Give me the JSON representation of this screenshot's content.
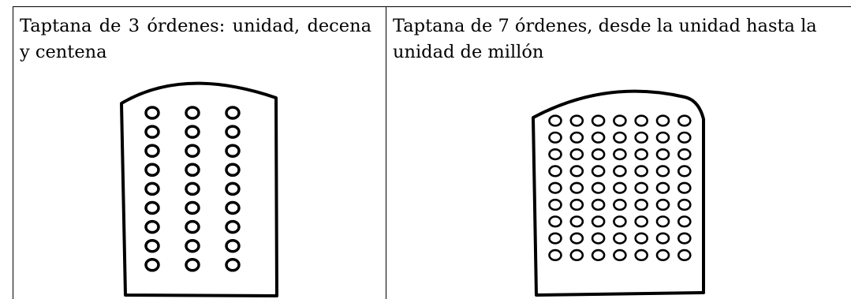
{
  "table": {
    "cells": [
      {
        "caption": "Taptana de 3 órdenes: unidad, decena y centena",
        "taptana": {
          "columns": 3,
          "rows": 9,
          "icon": "taptana-board"
        }
      },
      {
        "caption": "Taptana de 7 órdenes, desde la unidad hasta la unidad de millón",
        "taptana": {
          "columns": 7,
          "rows": 9,
          "icon": "taptana-board"
        }
      }
    ]
  },
  "colors": {
    "ink": "#000000",
    "background": "#ffffff"
  }
}
